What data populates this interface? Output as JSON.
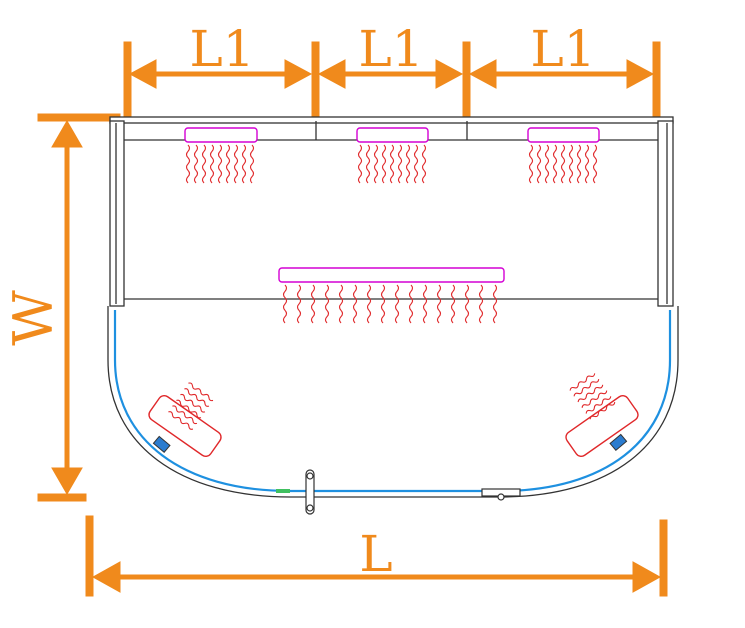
{
  "labels": {
    "top_segment_1": "L1",
    "top_segment_2": "L1",
    "top_segment_3": "L1",
    "width": "W",
    "length": "L"
  },
  "colors": {
    "dimension": "#F08A1C",
    "heater": "#D400D4",
    "heat_wave": "#E0282A",
    "outline": "#333333",
    "glass": "#1E90E0"
  }
}
